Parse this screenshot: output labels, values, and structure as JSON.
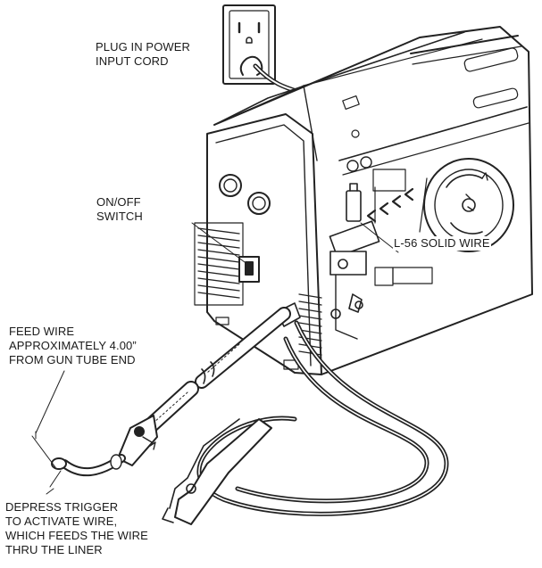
{
  "callouts": {
    "plug_in": [
      "PLUG IN POWER",
      "INPUT CORD"
    ],
    "on_off": [
      "ON/OFF",
      "SWITCH"
    ],
    "wire": "L-56 SOLID WIRE",
    "feed_wire": [
      "FEED WIRE",
      "APPROXIMATELY 4.00”",
      "FROM GUN TUBE END"
    ],
    "trigger": [
      "DEPRESS TRIGGER",
      "TO ACTIVATE WIRE,",
      "WHICH FEEDS THE WIRE",
      "THRU THE LINER"
    ]
  }
}
